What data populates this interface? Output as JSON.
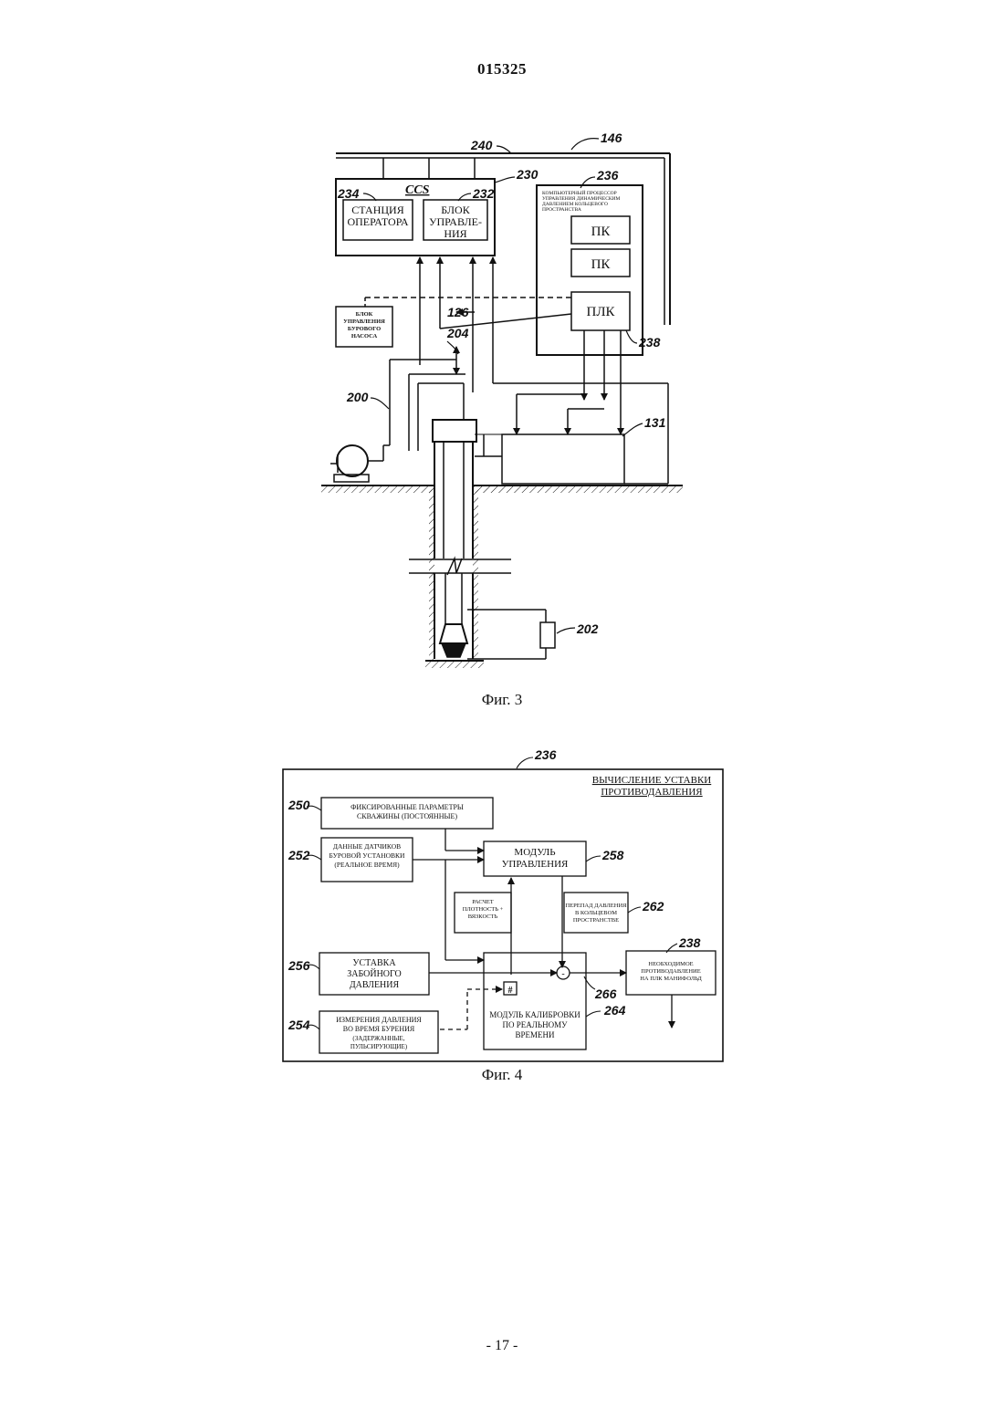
{
  "header": {
    "doc_number": "015325"
  },
  "fig3": {
    "caption": "Фиг. 3",
    "refs": {
      "r146": "146",
      "r240": "240",
      "r230": "230",
      "r236": "236",
      "r234": "234",
      "r232": "232",
      "r126": "126",
      "r238": "238",
      "r204": "204",
      "r200": "200",
      "r131": "131",
      "r202": "202"
    },
    "ccs_label": "CCS",
    "operator_station": [
      "СТАНЦИЯ",
      "ОПЕРАТОРА"
    ],
    "control_unit": [
      "БЛОК",
      "УПРАВЛЕ-",
      "НИЯ"
    ],
    "processor_title": [
      "КОМПЬЮТЕРНЫЙ ПРОЦЕССОР",
      "УПРАВЛЕНИЯ ДИНАМИЧЕСКИМ",
      "ДАВЛЕНИЕМ КОЛЬЦЕВОГО",
      "ПРОСТРАНСТВА"
    ],
    "pc1": "ПК",
    "pc2": "ПК",
    "plc": "ПЛК",
    "pump_control": [
      "БЛОК",
      "УПРАВЛЕНИЯ",
      "БУРОВОГО",
      "НАСОСА"
    ]
  },
  "fig4": {
    "caption": "Фиг. 4",
    "refs": {
      "r236": "236",
      "r250": "250",
      "r252": "252",
      "r256": "256",
      "r254": "254",
      "r258": "258",
      "r262": "262",
      "r264": "264",
      "r266": "266",
      "r238": "238"
    },
    "title": [
      "ВЫЧИСЛЕНИЕ УСТАВКИ",
      "ПРОТИВОДАВЛЕНИЯ"
    ],
    "fixed_params": [
      "ФИКСИРОВАННЫЕ ПАРАМЕТРЫ",
      "СКВАЖИНЫ   (ПОСТОЯННЫЕ)"
    ],
    "sensor_data": [
      "ДАННЫЕ ДАТЧИКОВ",
      "БУРОВОЙ УСТАНОВКИ",
      "(РЕАЛЬНОЕ ВРЕМЯ)"
    ],
    "control_module": [
      "МОДУЛЬ",
      "УПРАВЛЕНИЯ"
    ],
    "density_calc": [
      "РАСЧЕТ",
      "ПЛОТНОСТЬ +",
      "ВЯЗКОСТЬ"
    ],
    "annulus_drop": [
      "ПЕРЕПАД ДАВЛЕНИЯ",
      "В КОЛЬЦЕВОМ",
      "ПРОСТРАНСТВЕ"
    ],
    "bottomhole_setpoint": [
      "УСТАВКА",
      "ЗАБОЙНОГО",
      "ДАВЛЕНИЯ"
    ],
    "required_backpressure": [
      "НЕОБХОДИМОЕ",
      "ПРОТИВОДАВЛЕНИЕ",
      "НА ПЛК МАНИФОЛЬД"
    ],
    "drilling_measurements": [
      "ИЗМЕРЕНИЯ ДАВЛЕНИЯ",
      "ВО ВРЕМЯ БУРЕНИЯ",
      "(ЗАДЕРЖАННЫЕ,",
      "ПУЛЬСИРУЮЩИЕ)"
    ],
    "calibration_module": [
      "МОДУЛЬ КАЛИБРОВКИ",
      "ПО РЕАЛЬНОМУ",
      "ВРЕМЕНИ"
    ],
    "hash_symbol": "#",
    "minus_symbol": "-"
  },
  "footer": {
    "page_number": "- 17 -"
  }
}
